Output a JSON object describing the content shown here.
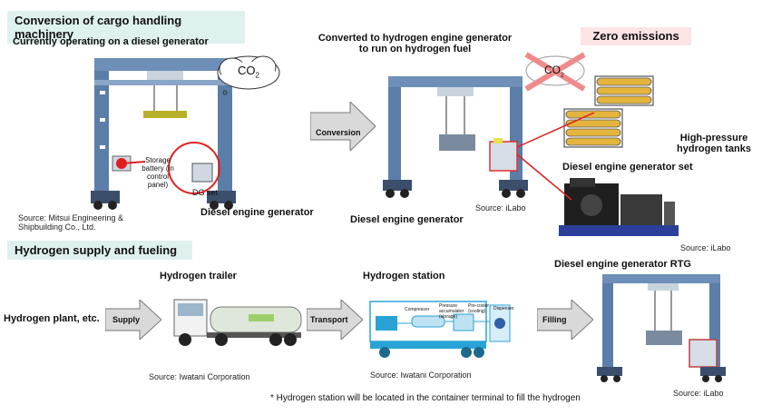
{
  "section1": {
    "heading": "Conversion of cargo handling machinery",
    "left_caption": "Currently operating on a diesel generator",
    "co2": "CO",
    "co2_sub": "2",
    "storage_label": "Storage battery (in control panel)",
    "dg_label": "DG set",
    "diesel_engine_generator": "Diesel engine generator",
    "source_left": "Source: Mitsui Engineering & Shipbuilding Co., Ltd.",
    "conversion_label": "Conversion",
    "converted_caption": "Converted to hydrogen engine generator to run on hydrogen fuel",
    "zero_emissions": "Zero emissions",
    "high_pressure": "High-pressure hydrogen tanks",
    "genset_label": "Diesel engine generator set",
    "diesel_engine_generator_2": "Diesel engine generator",
    "source_ilabo_1": "Source: iLabo",
    "source_ilabo_2": "Source: iLabo"
  },
  "section2": {
    "heading": "Hydrogen supply and fueling",
    "plant": "Hydrogen plant, etc.",
    "supply": "Supply",
    "trailer": "Hydrogen trailer",
    "source_iwatani_1": "Source: Iwatani Corporation",
    "transport": "Transport",
    "station": "Hydrogen station",
    "station_parts": [
      "Compressor",
      "Pressure accumulator (storage)",
      "Pre-cooler (cooling)",
      "Dispenser"
    ],
    "source_iwatani_2": "Source: Iwatani Corporation",
    "filling": "Filling",
    "rtg": "Diesel engine generator RTG",
    "source_ilabo_3": "Source: iLabo",
    "footnote": "* Hydrogen station will be located in the container terminal to fill the hydrogen"
  }
}
